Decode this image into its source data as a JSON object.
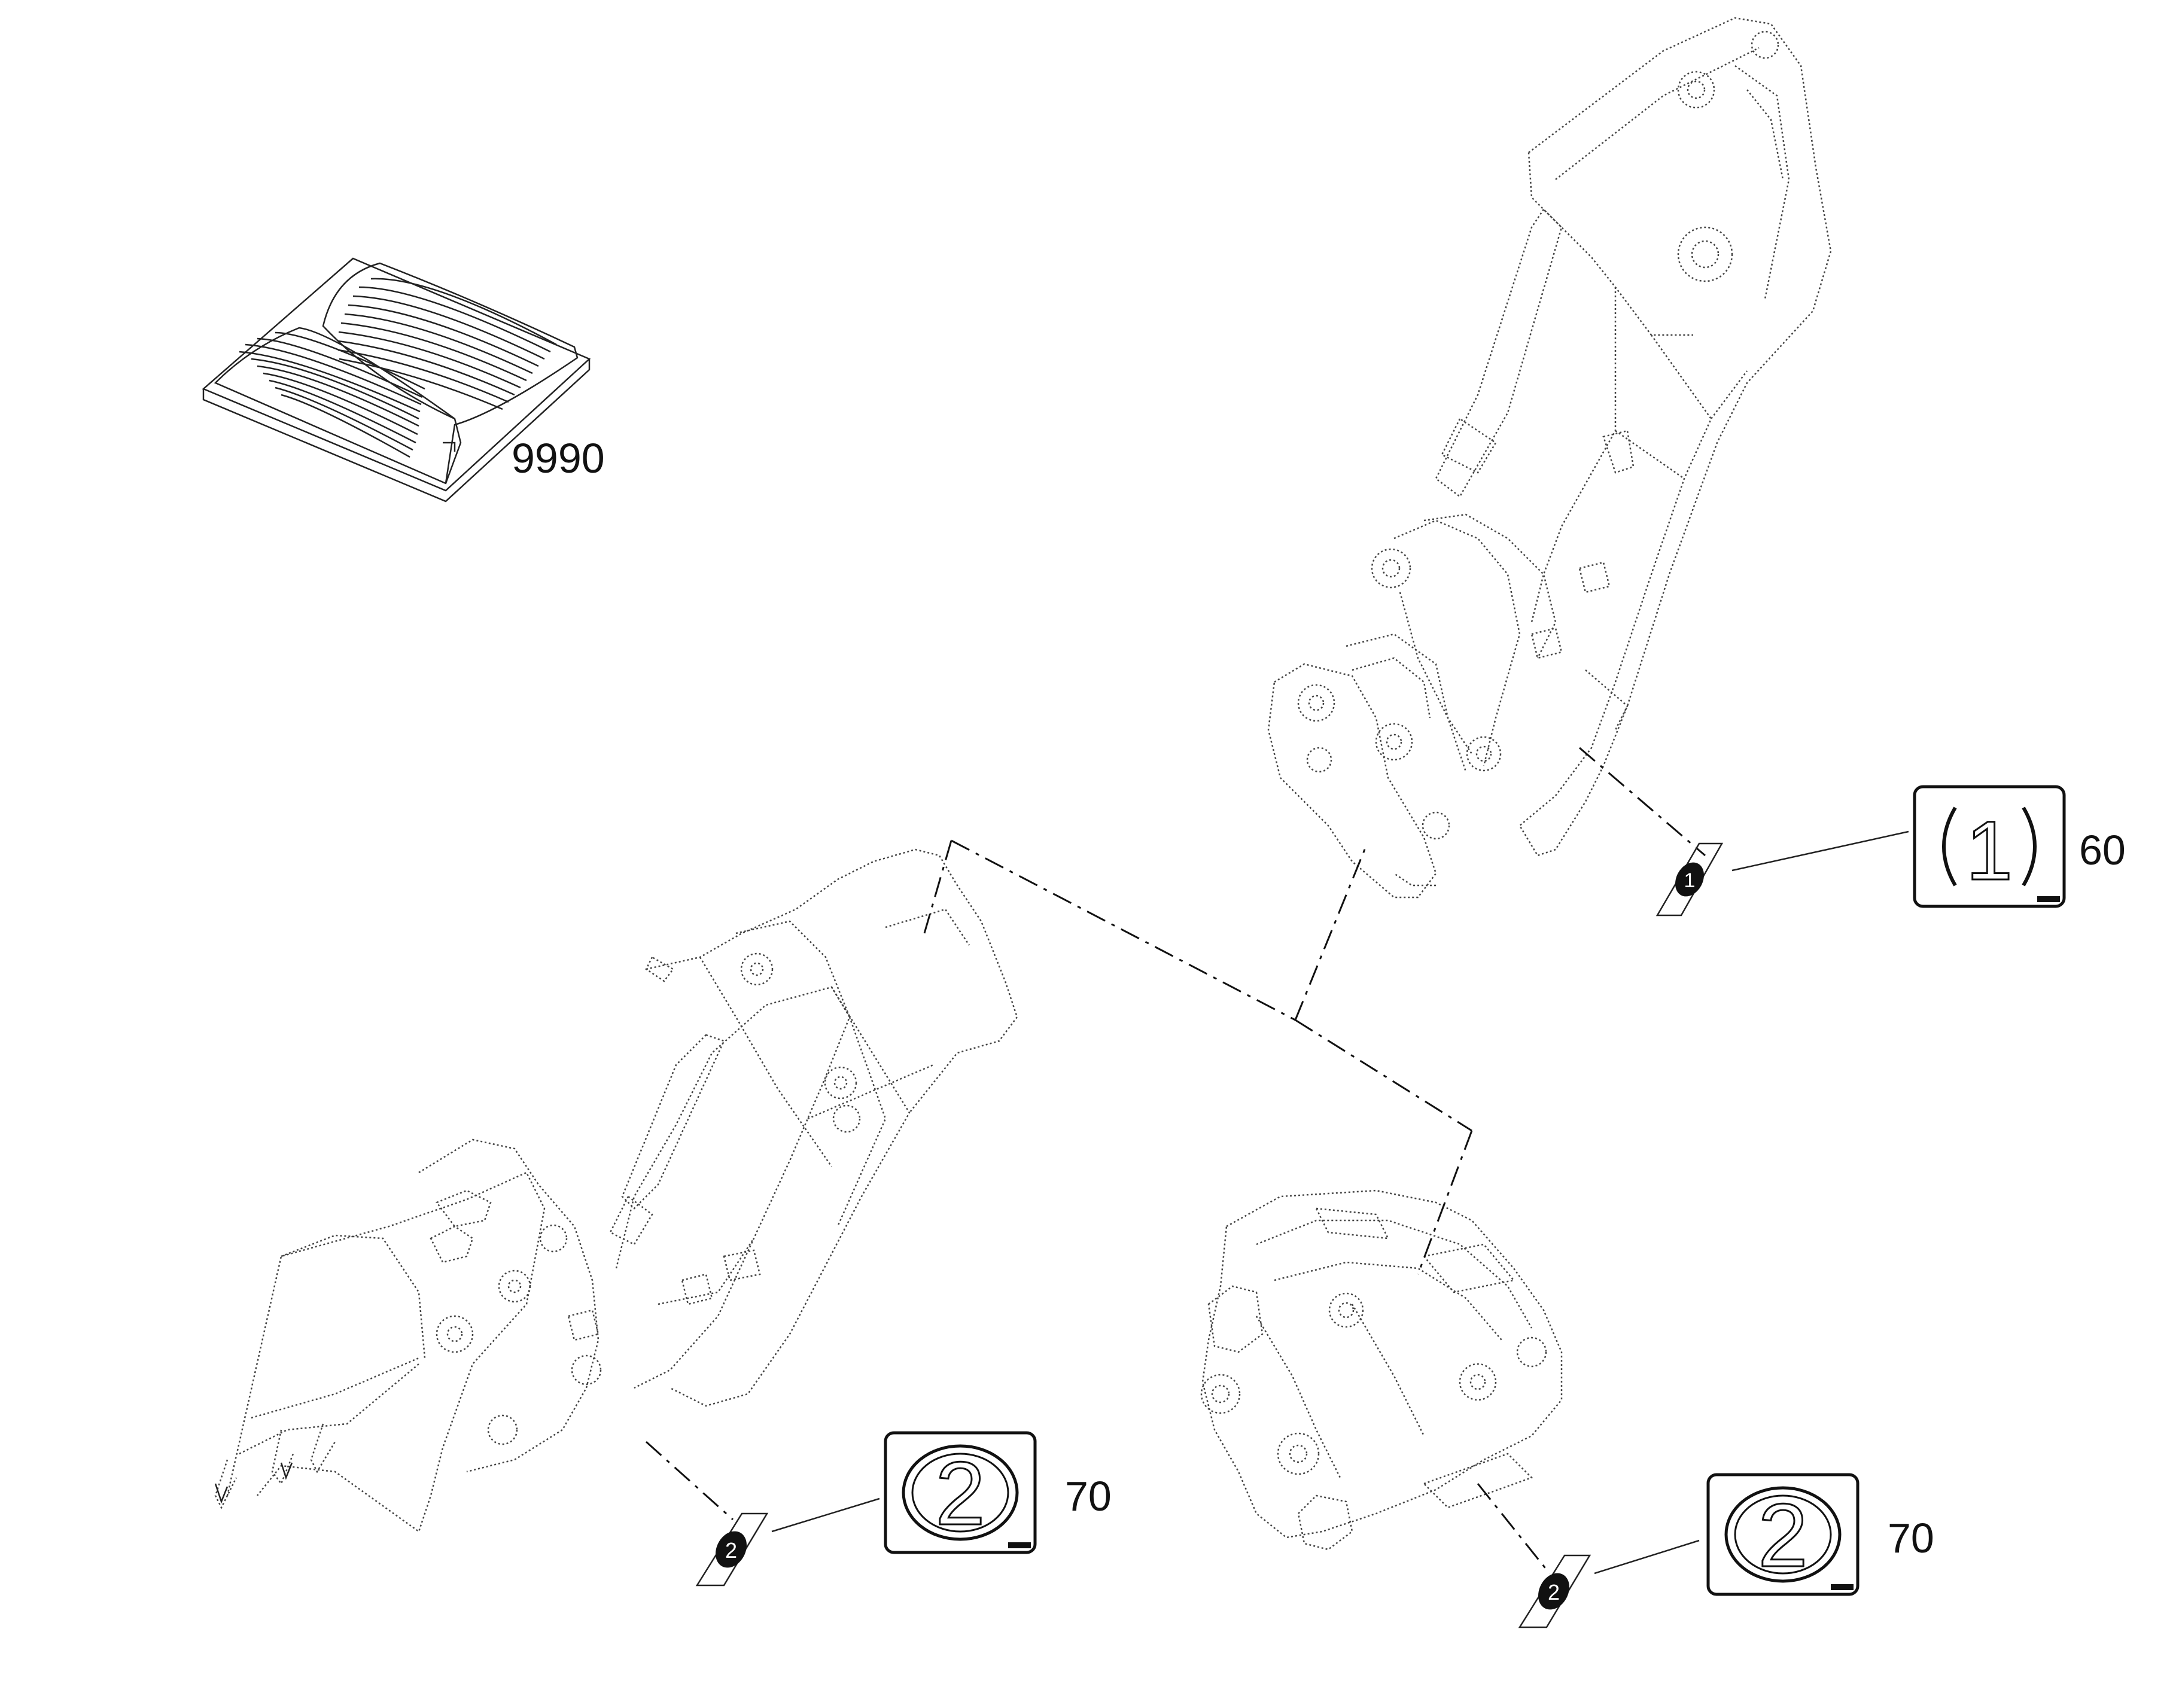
{
  "callouts": {
    "manual": "9990",
    "decal_boom": "60",
    "decal_bucket": "70",
    "decal_coupler": "70"
  },
  "decals": {
    "boom_symbol": "1",
    "bucket_symbol": "2",
    "coupler_symbol": "2"
  },
  "colors": {
    "line": "#111111",
    "background": "#ffffff"
  }
}
